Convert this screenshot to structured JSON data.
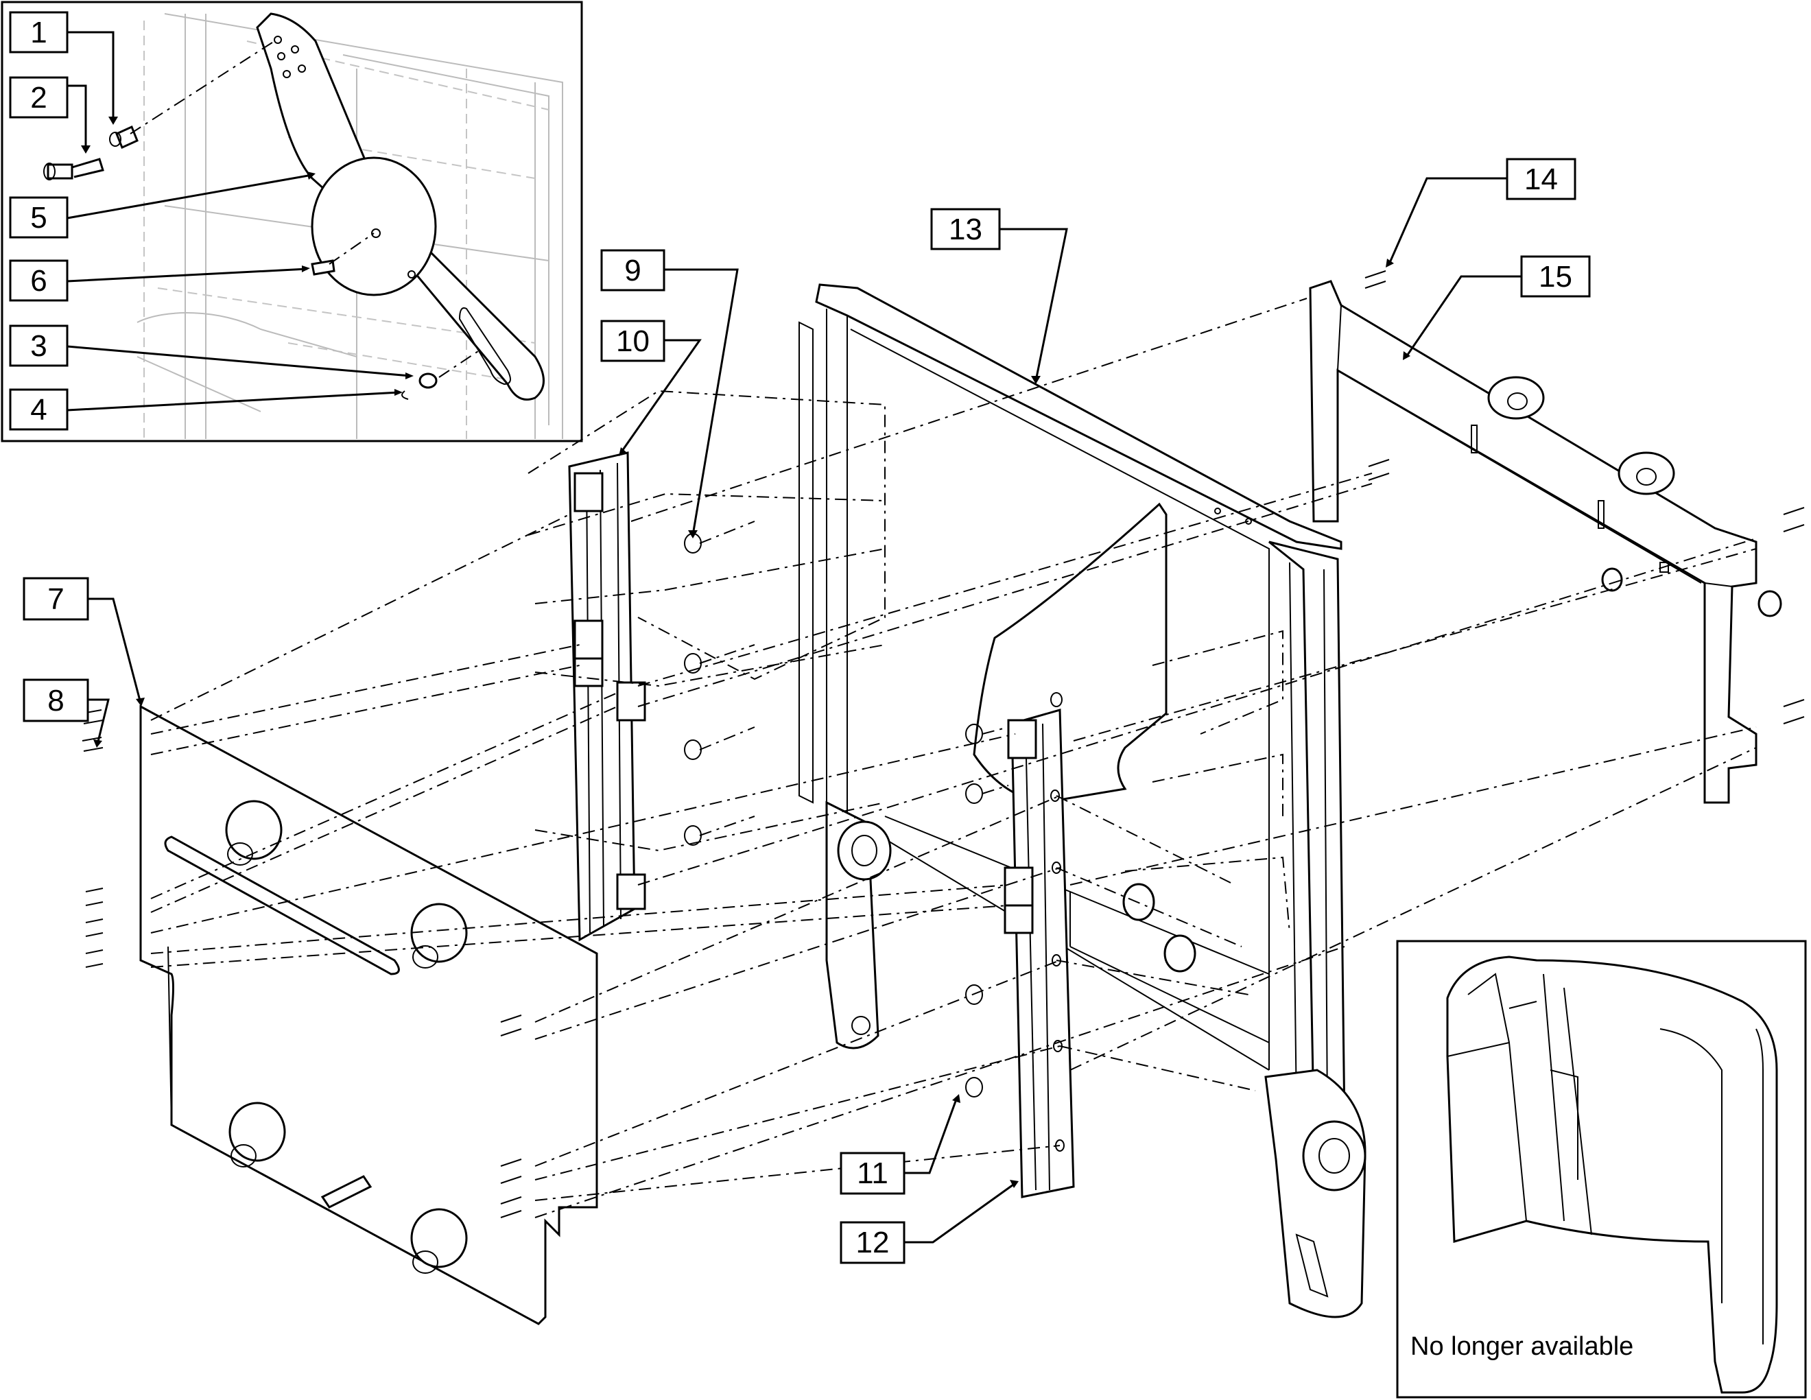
{
  "callouts": [
    {
      "num": "1"
    },
    {
      "num": "2"
    },
    {
      "num": "5"
    },
    {
      "num": "6"
    },
    {
      "num": "3"
    },
    {
      "num": "4"
    },
    {
      "num": "9"
    },
    {
      "num": "10"
    },
    {
      "num": "13"
    },
    {
      "num": "14"
    },
    {
      "num": "15"
    },
    {
      "num": "7"
    },
    {
      "num": "8"
    },
    {
      "num": "11"
    },
    {
      "num": "12"
    }
  ],
  "inset": {
    "note": "No longer available"
  }
}
